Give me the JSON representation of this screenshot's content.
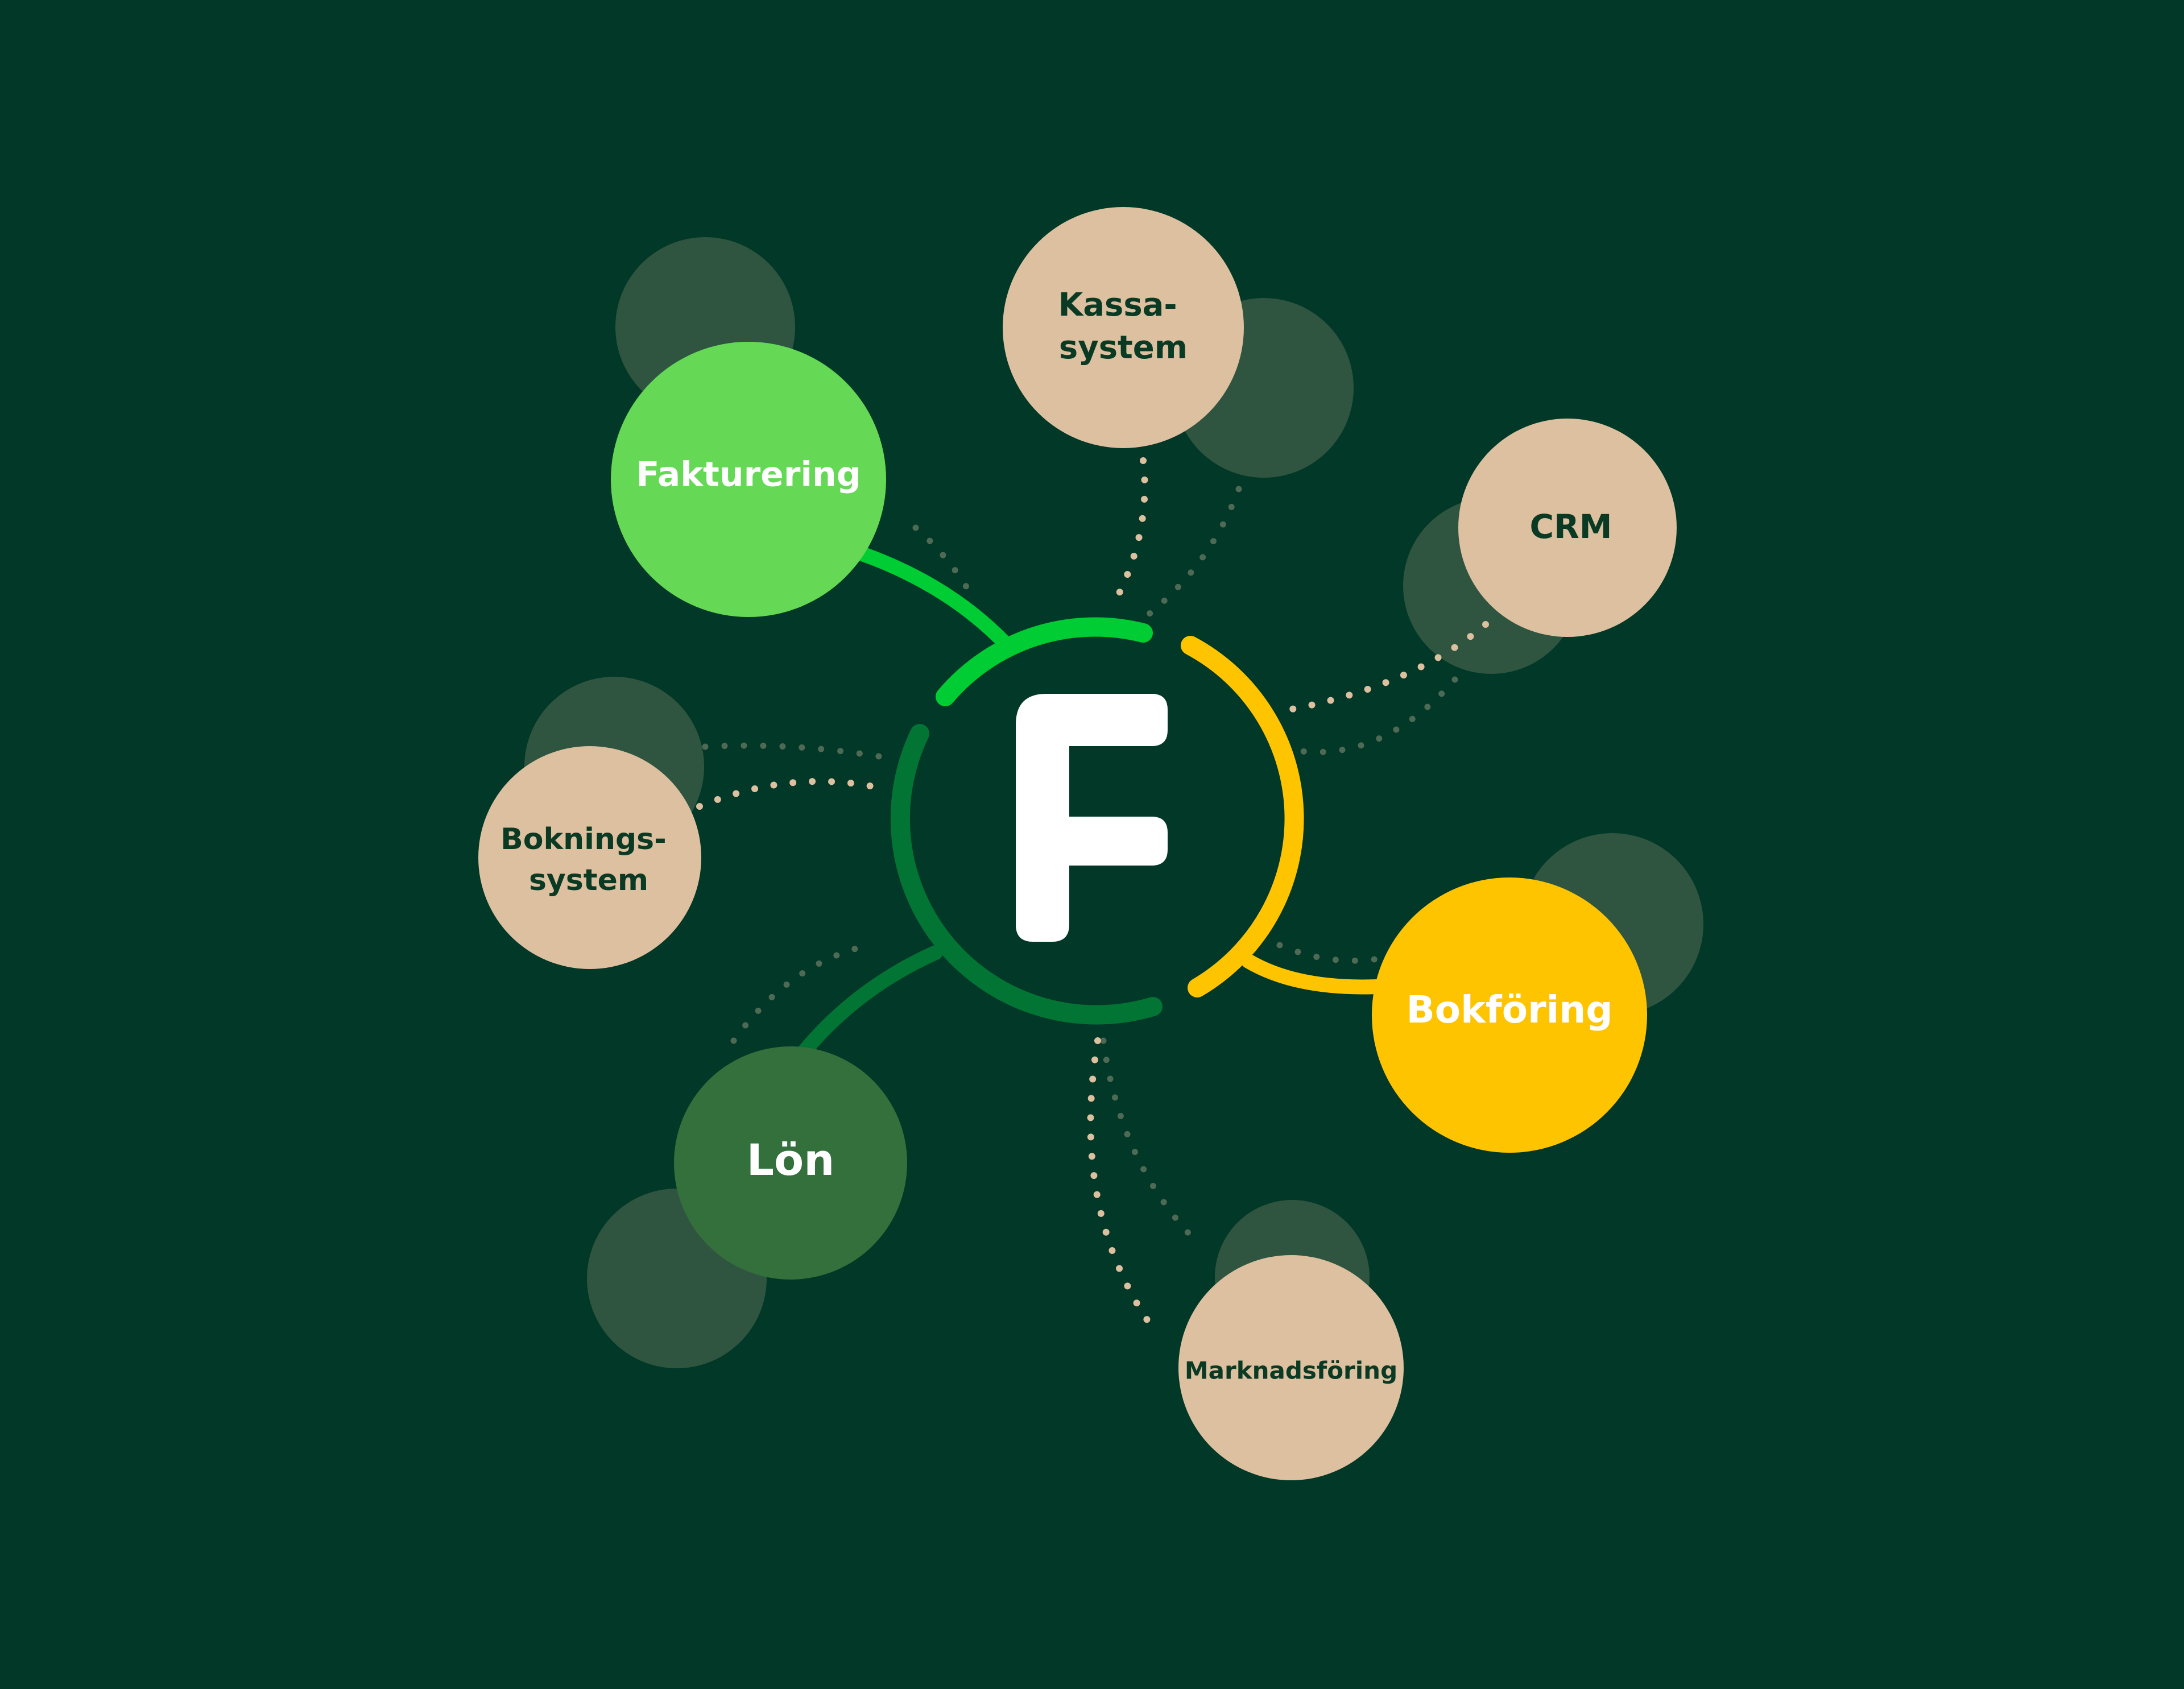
{
  "diagram": {
    "colors": {
      "background": "#013827",
      "shadow_bubble": "#2F5540",
      "tan": "#DCC0A0",
      "tan_text": "#0B3A24",
      "bright_green": "#65D955",
      "ring_green": "#00CC33",
      "yellow": "#FFC400",
      "mid_green": "#33703B",
      "dark_ring_green": "#027535",
      "dotted_tan": "#DCC0A0",
      "dotted_faint": "#4E6A55",
      "white": "#FFFFFF"
    },
    "hub": {
      "letter": "F"
    },
    "nodes": [
      {
        "id": "fakturering",
        "lines": [
          "Fakturering"
        ]
      },
      {
        "id": "kassasystem",
        "lines": [
          "Kassa-",
          "system"
        ]
      },
      {
        "id": "crm",
        "lines": [
          "CRM"
        ]
      },
      {
        "id": "bokforing",
        "lines": [
          "Bokföring"
        ]
      },
      {
        "id": "marknadsforing",
        "lines": [
          "Marknadsföring"
        ]
      },
      {
        "id": "lon",
        "lines": [
          "Lön"
        ]
      },
      {
        "id": "bokningssystem",
        "lines": [
          "Boknings-",
          "system"
        ]
      }
    ]
  }
}
